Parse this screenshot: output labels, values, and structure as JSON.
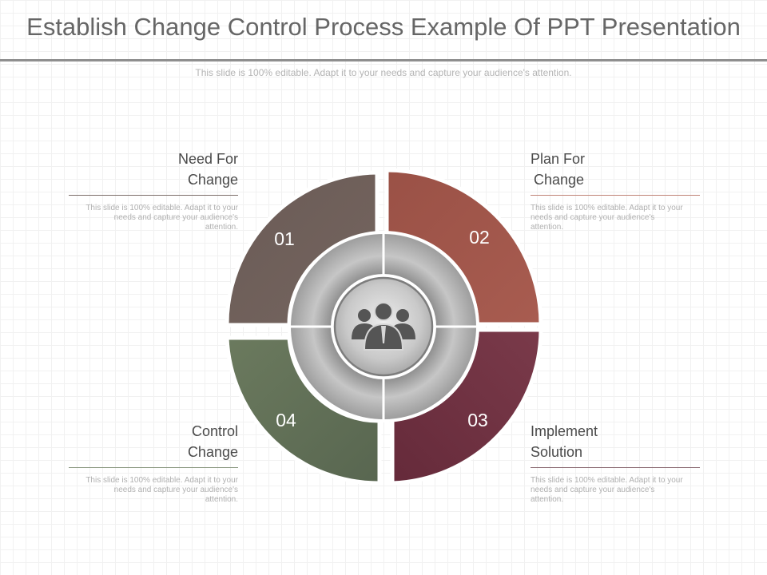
{
  "title": "Establish Change Control Process Example Of PPT Presentation",
  "subtitle": "This slide is 100% editable. Adapt it to your needs and capture your audience's attention.",
  "center_icon": "people-group-icon",
  "colors": {
    "segment_01": "#6e5f5b",
    "segment_02": "#a0554a",
    "segment_03": "#6e3040",
    "segment_04": "#5f6d52",
    "ring": "#9a9a9a"
  },
  "steps": [
    {
      "number": "01",
      "heading_line1": "Need For",
      "heading_line2": "Change",
      "description": "This slide is 100% editable. Adapt it to your needs and capture your audience's attention."
    },
    {
      "number": "02",
      "heading_line1": "Plan For",
      "heading_line2": "Change",
      "description": "This slide is 100% editable. Adapt it to your needs and capture your audience's attention."
    },
    {
      "number": "03",
      "heading_line1": "Implement",
      "heading_line2": "Solution",
      "description": "This slide is 100% editable. Adapt it to your needs and capture your audience's attention."
    },
    {
      "number": "04",
      "heading_line1": "Control",
      "heading_line2": "Change",
      "description": "This slide is 100% editable. Adapt it to your needs and capture your audience's attention."
    }
  ]
}
